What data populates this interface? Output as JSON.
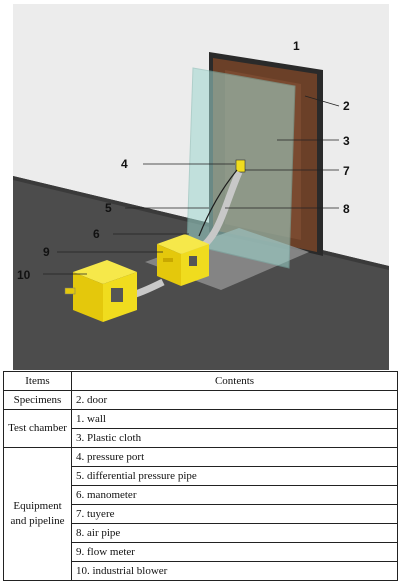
{
  "figure": {
    "callouts": {
      "n1": "1",
      "n2": "2",
      "n3": "3",
      "n4": "4",
      "n5": "5",
      "n6": "6",
      "n7": "7",
      "n8": "8",
      "n9": "9",
      "n10": "10"
    },
    "colors": {
      "wall": "#e8e8e8",
      "floor": "#4c4c4c",
      "door_frame": "#5a3420",
      "door": "#6b4028",
      "plastic_cloth": "#9fd8d0",
      "blower": "#f0dc1e",
      "footprint": "#8e8e8e",
      "pipe": "#c8c8c8"
    }
  },
  "table": {
    "header": {
      "items": "Items",
      "contents": "Contents"
    },
    "groups": [
      {
        "category": "Specimens",
        "entries": [
          "2. door"
        ]
      },
      {
        "category": "Test chamber",
        "entries": [
          "1. wall",
          "3. Plastic cloth"
        ]
      },
      {
        "category": "Equipment and pipeline",
        "entries": [
          "4. pressure port",
          "5. differential pressure pipe",
          "6. manometer",
          "7. tuyere",
          "8. air pipe",
          "9. flow meter",
          "10. industrial blower"
        ]
      }
    ]
  }
}
